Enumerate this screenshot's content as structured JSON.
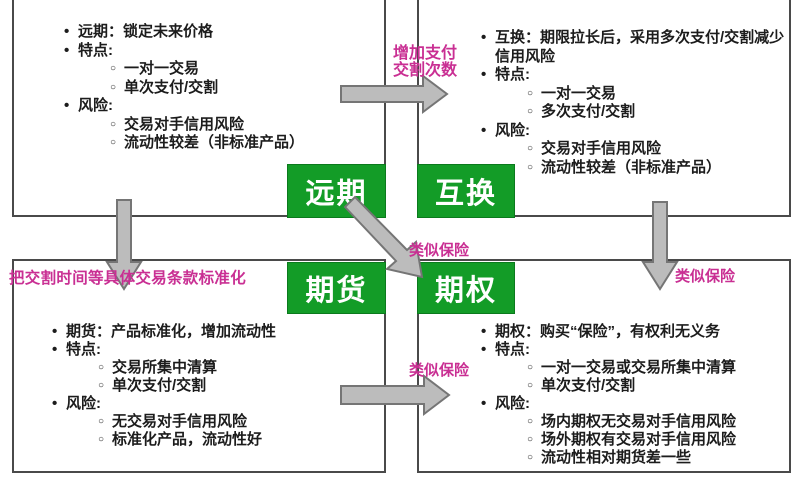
{
  "colors": {
    "green": "#139C27",
    "magenta": "#C92F93",
    "arrow_fill": "#BCBCBC",
    "arrow_stroke": "#757575",
    "border": "#4A4A4A"
  },
  "bullets": {
    "l1": "•",
    "l2": "○"
  },
  "nodes": {
    "forward": "远期",
    "swap": "互换",
    "futures": "期货",
    "options": "期权"
  },
  "arrow_labels": {
    "pay_frequency": "增加支付 交割次数",
    "standardize": "把交割时间等具体交易条款标准化",
    "insurance_diagonal": "类似保险",
    "insurance_right": "类似保险",
    "insurance_bottom": "类似保险"
  },
  "boxes": {
    "forward": {
      "items": [
        {
          "level": 1,
          "text": "远期：锁定未来价格"
        },
        {
          "level": 1,
          "text": "特点:"
        },
        {
          "level": 2,
          "text": "一对一交易"
        },
        {
          "level": 2,
          "text": "单次支付/交割"
        },
        {
          "level": 1,
          "text": "风险:"
        },
        {
          "level": 2,
          "text": "交易对手信用风险"
        },
        {
          "level": 2,
          "text": "流动性较差（非标准产品）"
        }
      ]
    },
    "swap": {
      "items": [
        {
          "level": 1,
          "text": "互换：期限拉长后，采用多次支付/交割减少信用风险"
        },
        {
          "level": 1,
          "text": "特点:"
        },
        {
          "level": 2,
          "text": "一对一交易"
        },
        {
          "level": 2,
          "text": "多次支付/交割"
        },
        {
          "level": 1,
          "text": "风险:"
        },
        {
          "level": 2,
          "text": "交易对手信用风险"
        },
        {
          "level": 2,
          "text": "流动性较差（非标准产品）"
        }
      ]
    },
    "futures": {
      "heading": "把交割时间等具体交易条款标准化",
      "items": [
        {
          "level": 1,
          "text": "期货：产品标准化，增加流动性"
        },
        {
          "level": 1,
          "text": "特点:"
        },
        {
          "level": 2,
          "text": "交易所集中清算"
        },
        {
          "level": 2,
          "text": "单次支付/交割"
        },
        {
          "level": 1,
          "text": "风险:"
        },
        {
          "level": 2,
          "text": "无交易对手信用风险"
        },
        {
          "level": 2,
          "text": "标准化产品，流动性好"
        }
      ]
    },
    "options": {
      "items": [
        {
          "level": 1,
          "text": "期权：购买“保险”，有权利无义务"
        },
        {
          "level": 1,
          "text": "特点:"
        },
        {
          "level": 2,
          "text": "一对一交易或交易所集中清算"
        },
        {
          "level": 2,
          "text": "单次支付/交割"
        },
        {
          "level": 1,
          "text": "风险:"
        },
        {
          "level": 2,
          "text": "场内期权无交易对手信用风险"
        },
        {
          "level": 2,
          "text": "场外期权有交易对手信用风险"
        },
        {
          "level": 2,
          "text": "流动性相对期货差一些"
        }
      ]
    }
  }
}
